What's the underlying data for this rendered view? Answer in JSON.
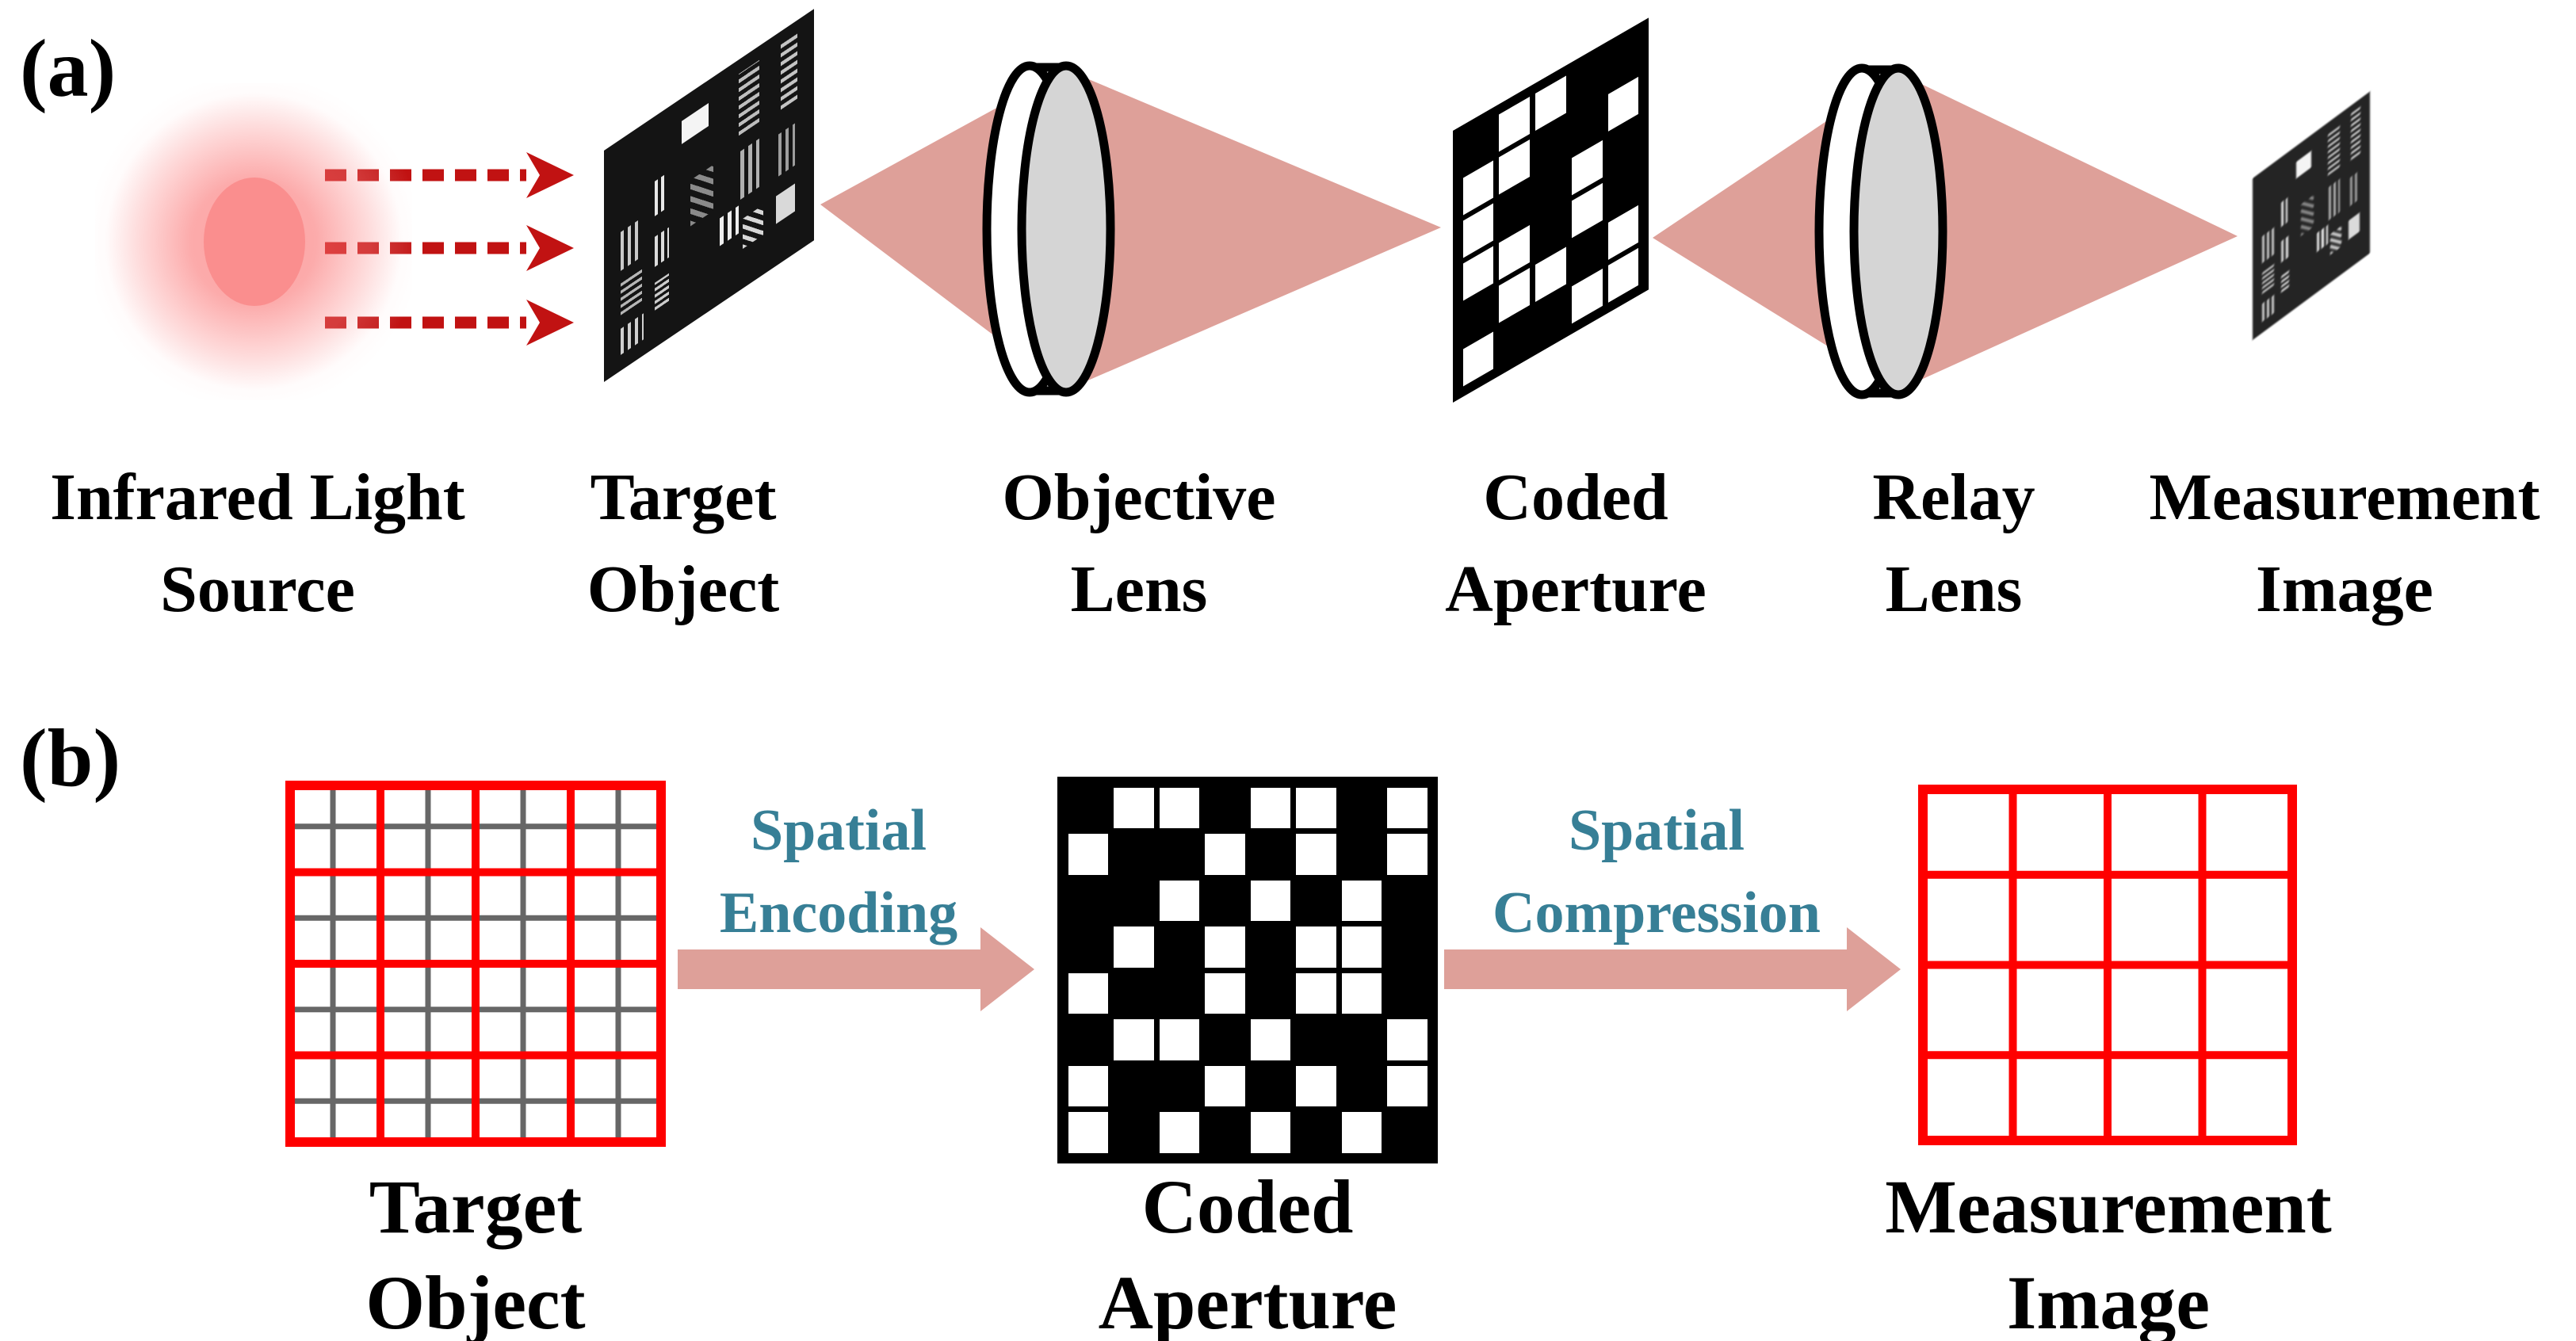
{
  "panel_a": {
    "tag": "(a)",
    "labels": [
      {
        "line1": "Infrared Light",
        "line2": "Source"
      },
      {
        "line1": "Target",
        "line2": "Object"
      },
      {
        "line1": "Objective",
        "line2": "Lens"
      },
      {
        "line1": "Coded",
        "line2": "Aperture"
      },
      {
        "line1": "Relay",
        "line2": "Lens"
      },
      {
        "line1": "Measurement",
        "line2": "Image"
      }
    ],
    "coded_aperture_pattern_open1": [
      [
        0,
        1,
        1,
        0,
        0
      ],
      [
        1,
        1,
        0,
        0,
        1
      ],
      [
        1,
        0,
        0,
        1,
        0
      ],
      [
        1,
        1,
        0,
        1,
        0
      ],
      [
        0,
        1,
        1,
        0,
        1
      ],
      [
        1,
        0,
        0,
        1,
        1
      ]
    ]
  },
  "panel_b": {
    "tag": "(b)",
    "arrow1": {
      "line1": "Spatial",
      "line2": "Encoding"
    },
    "arrow2": {
      "line1": "Spatial",
      "line2": "Compression"
    },
    "labels": [
      {
        "line1": "Target",
        "line2": "Object"
      },
      {
        "line1": "Coded",
        "line2": "Aperture"
      },
      {
        "line1": "Measurement",
        "line2": "Image"
      }
    ],
    "target_grid": {
      "cols": 8,
      "rows": 8,
      "major_every": 2
    },
    "measurement_grid": {
      "cols": 4,
      "rows": 4,
      "major_every": 1
    },
    "coded_aperture_pattern_open1": [
      [
        0,
        1,
        1,
        0,
        1,
        1,
        0,
        1
      ],
      [
        1,
        0,
        0,
        1,
        0,
        1,
        0,
        1
      ],
      [
        0,
        0,
        1,
        0,
        1,
        0,
        1,
        0
      ],
      [
        0,
        1,
        0,
        1,
        0,
        1,
        1,
        0
      ],
      [
        1,
        0,
        0,
        1,
        0,
        1,
        1,
        0
      ],
      [
        0,
        1,
        1,
        0,
        1,
        0,
        0,
        1
      ],
      [
        1,
        0,
        0,
        1,
        0,
        1,
        0,
        1
      ],
      [
        1,
        0,
        1,
        0,
        1,
        0,
        1,
        0
      ]
    ]
  },
  "colors": {
    "beam_pink": "#dea099",
    "ray_red": "#c11212",
    "grid_red": "#fe0000",
    "grid_gray": "#676767",
    "teal_text": "#377f96",
    "lens_gray": "#d5d5d5",
    "outline_black": "#000000"
  }
}
